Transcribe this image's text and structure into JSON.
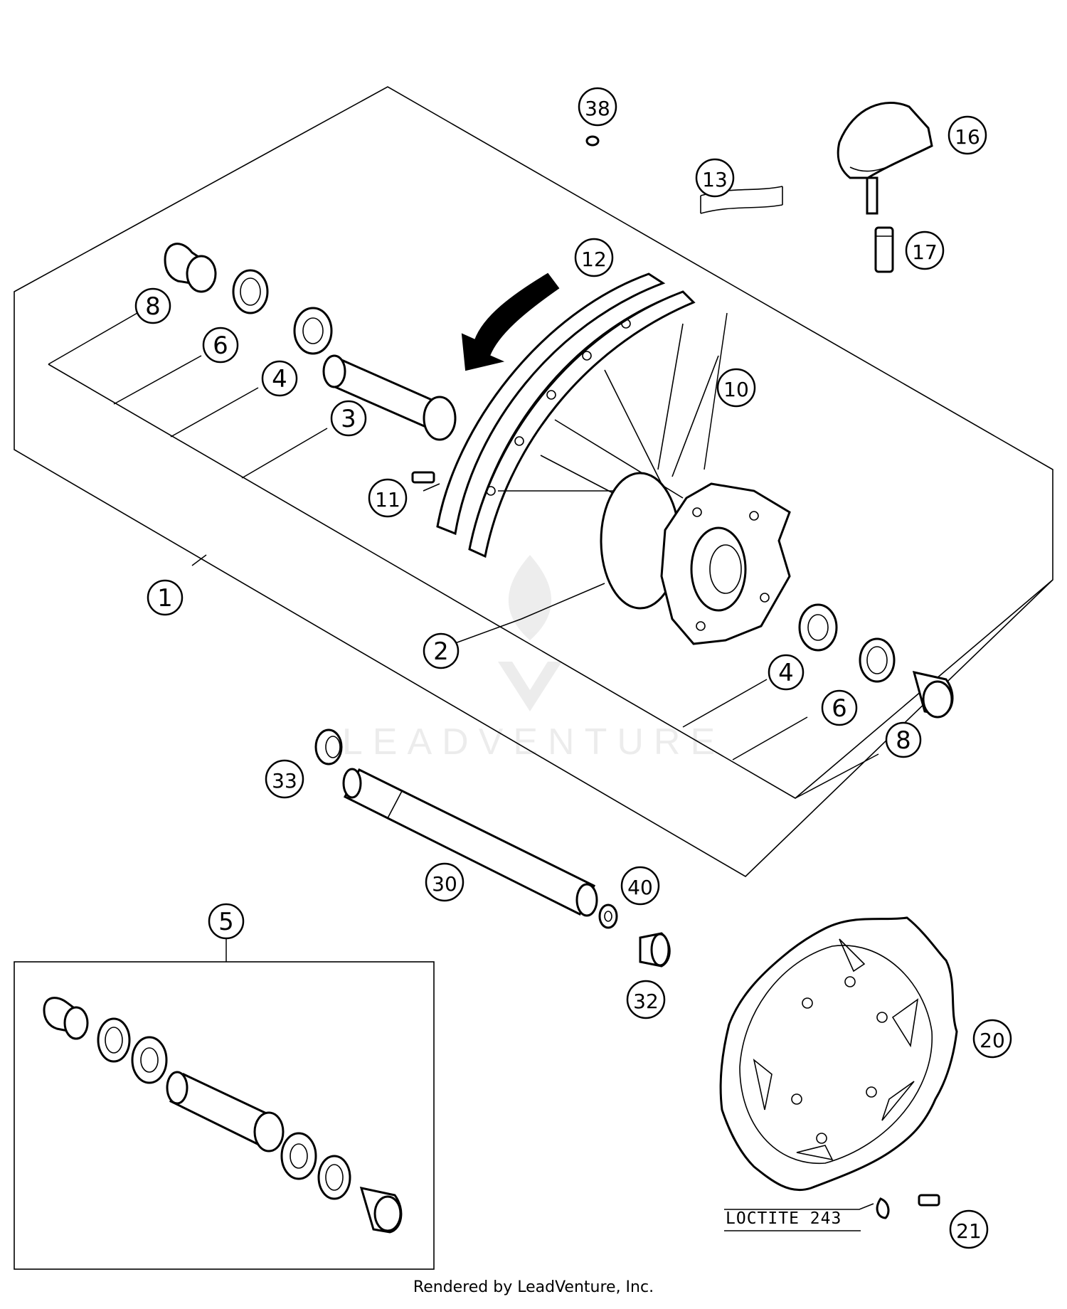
{
  "diagram": {
    "callouts": [
      {
        "id": "c38",
        "label": "38"
      },
      {
        "id": "c16",
        "label": "16"
      },
      {
        "id": "c13",
        "label": "13"
      },
      {
        "id": "c17",
        "label": "17"
      },
      {
        "id": "c12",
        "label": "12"
      },
      {
        "id": "c8a",
        "label": "8"
      },
      {
        "id": "c6a",
        "label": "6"
      },
      {
        "id": "c4a",
        "label": "4"
      },
      {
        "id": "c3",
        "label": "3"
      },
      {
        "id": "c10",
        "label": "10"
      },
      {
        "id": "c11",
        "label": "11"
      },
      {
        "id": "c1",
        "label": "1"
      },
      {
        "id": "c2",
        "label": "2"
      },
      {
        "id": "c4b",
        "label": "4"
      },
      {
        "id": "c6b",
        "label": "6"
      },
      {
        "id": "c8b",
        "label": "8"
      },
      {
        "id": "c33",
        "label": "33"
      },
      {
        "id": "c30",
        "label": "30"
      },
      {
        "id": "c40",
        "label": "40"
      },
      {
        "id": "c5",
        "label": "5"
      },
      {
        "id": "c32",
        "label": "32"
      },
      {
        "id": "c20",
        "label": "20"
      },
      {
        "id": "c21",
        "label": "21"
      }
    ],
    "note": "LOCTITE 243",
    "watermark": "LEADVENTURE"
  },
  "footer": "Rendered by LeadVenture, Inc."
}
